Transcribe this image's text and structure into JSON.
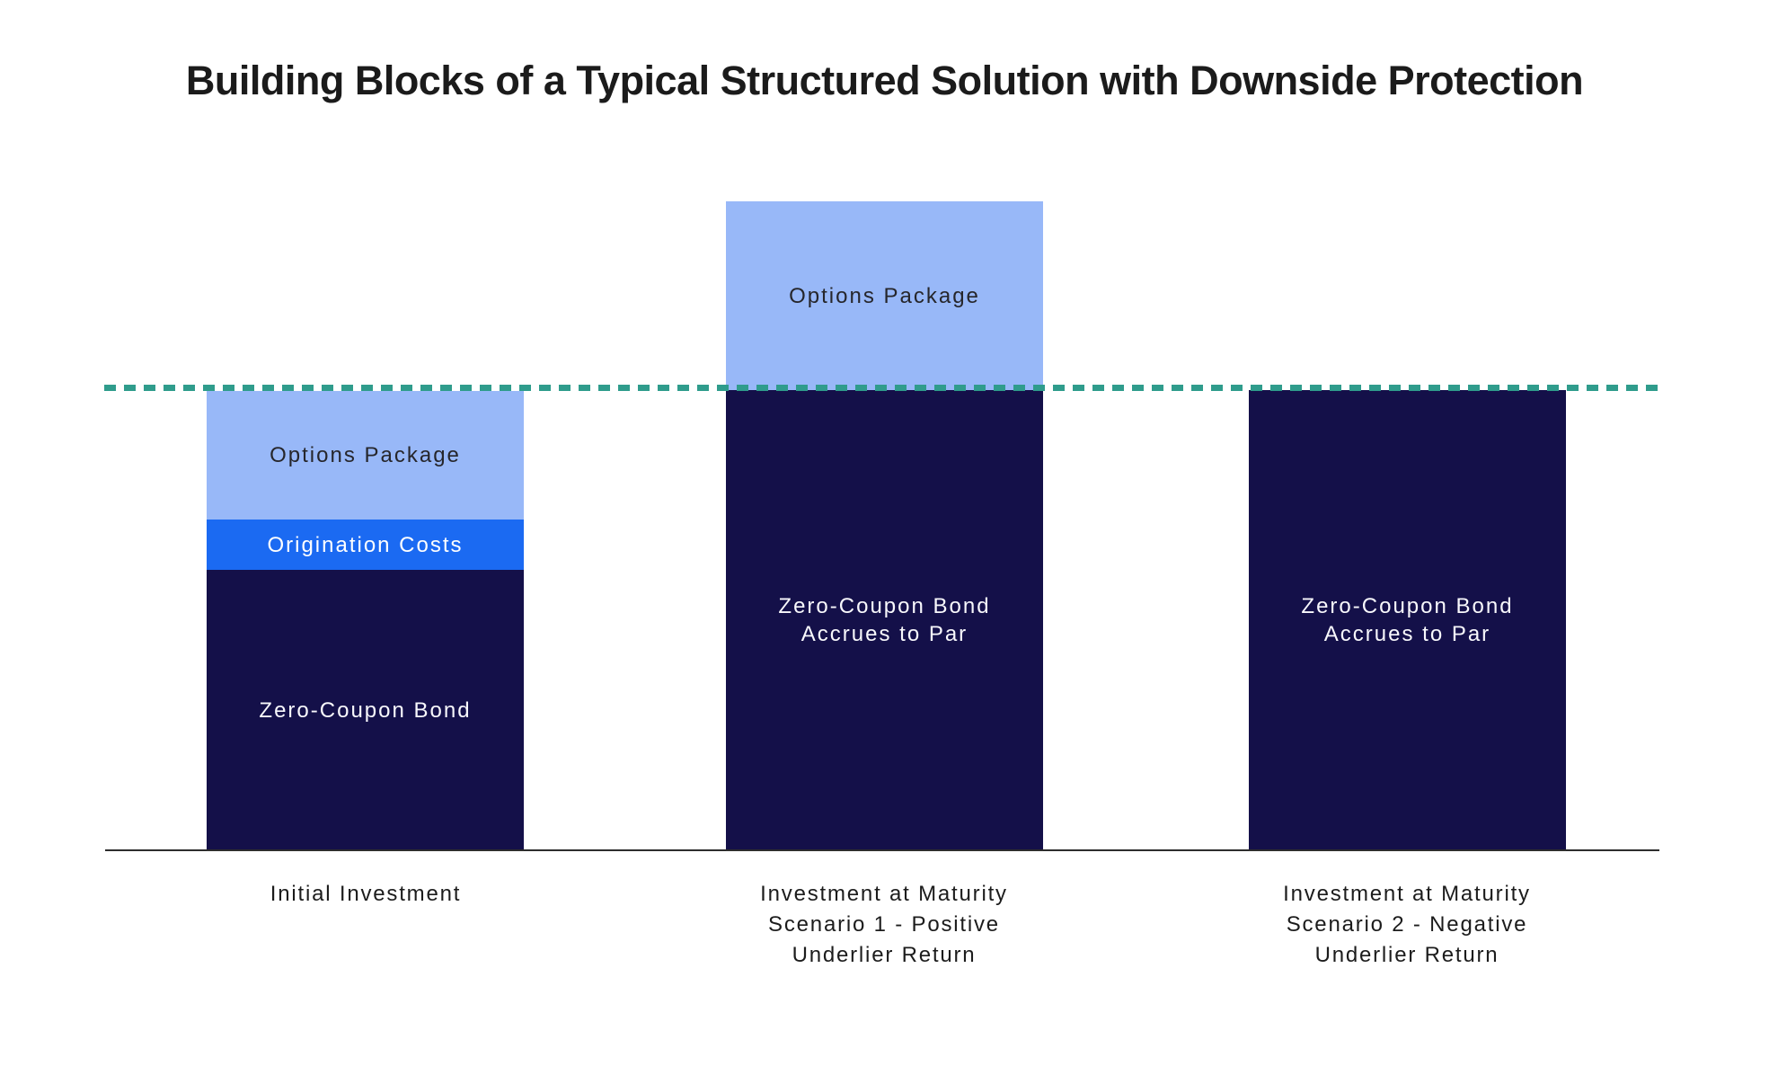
{
  "chart_data": {
    "type": "bar",
    "variant": "stacked",
    "title": "Building Blocks of a Typical Structured Solution with Downside Protection",
    "xlabel": "",
    "ylabel": "",
    "unit": "percent of initial investment (par = 100)",
    "ylim": [
      0,
      145
    ],
    "grid": false,
    "legend": "none",
    "axis_color": "#2d2d2d",
    "title_color": "#1b1b1b",
    "reference_line": {
      "value": 100,
      "style": "dashed",
      "color": "#2F9C8C",
      "represents": "Initial investment (par) level"
    },
    "categories": [
      "Initial Investment",
      "Investment at Maturity Scenario 1 - Positive Underlier Return",
      "Investment at Maturity Scenario 2 - Negative Underlier Return"
    ],
    "bars": [
      {
        "id": "initial-investment",
        "label_lines": [
          "Initial Investment"
        ],
        "segments": [
          {
            "name": "Zero-Coupon Bond",
            "label_lines": [
              "Zero-Coupon Bond"
            ],
            "value": 61,
            "color": "#141049",
            "label_color": "#f8f8fc"
          },
          {
            "name": "Origination Costs",
            "label_lines": [
              "Origination Costs"
            ],
            "value": 11,
            "color": "#1b6af2",
            "label_color": "#ffffff"
          },
          {
            "name": "Options Package",
            "label_lines": [
              "Options Package"
            ],
            "value": 28,
            "color": "#98b8f8",
            "label_color": "#26262b"
          }
        ]
      },
      {
        "id": "maturity-scenario-1-positive",
        "label_lines": [
          "Investment at Maturity",
          "Scenario 1 - Positive",
          "Underlier Return"
        ],
        "segments": [
          {
            "name": "Zero-Coupon Bond Accrues to Par",
            "label_lines": [
              "Zero-Coupon Bond",
              "Accrues to Par"
            ],
            "value": 100,
            "color": "#141049",
            "label_color": "#f8f8fc"
          },
          {
            "name": "Options Package",
            "label_lines": [
              "Options Package"
            ],
            "value": 41,
            "color": "#98b8f8",
            "label_color": "#26262b"
          }
        ]
      },
      {
        "id": "maturity-scenario-2-negative",
        "label_lines": [
          "Investment at Maturity",
          "Scenario 2 - Negative",
          "Underlier Return"
        ],
        "segments": [
          {
            "name": "Zero-Coupon Bond Accrues to Par",
            "label_lines": [
              "Zero-Coupon Bond",
              "Accrues to Par"
            ],
            "value": 100,
            "color": "#141049",
            "label_color": "#f8f8fc"
          }
        ]
      }
    ]
  }
}
